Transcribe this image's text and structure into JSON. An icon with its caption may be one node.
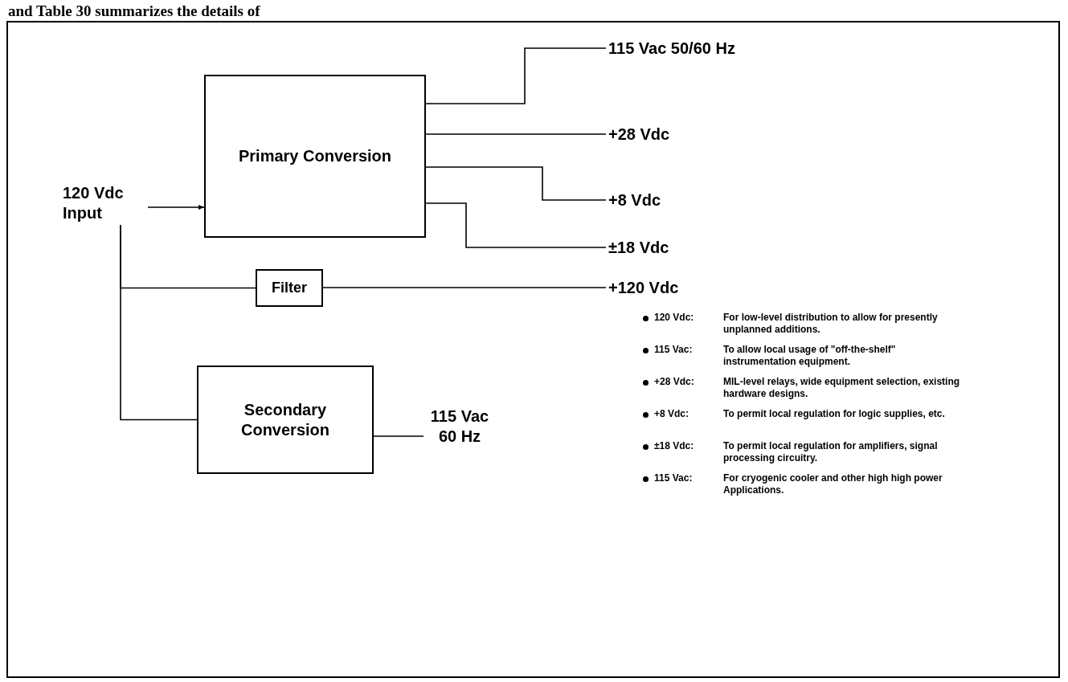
{
  "diagram": {
    "nodes": [
      {
        "text": [
          "120 Vdc Input"
        ]
      },
      {
        "text": [
          "Primary Conversion"
        ]
      },
      {
        "text": [
          "115 Vac 50/60 Hz"
        ]
      },
      {
        "text": [
          "+28 Vdc"
        ]
      },
      {
        "text": [
          "+8 Vdc"
        ]
      },
      {
        "text": [
          "±18 Vdc"
        ]
      },
      {
        "text": [
          "Filter"
        ]
      },
      {
        "text": [
          "+120 Vdc"
        ]
      },
      {
        "text": [
          "Secondary Conversion"
        ]
      },
      {
        "text": [
          "115 Vac 60 Hz"
        ]
      }
    ],
    "edges": [
      {
        "from": 0,
        "to": 1,
        "arrow": "to"
      },
      {
        "from": 1,
        "to": 2,
        "arrow": "none"
      },
      {
        "from": 1,
        "to": 3,
        "arrow": "none"
      },
      {
        "from": 1,
        "to": 4,
        "arrow": "none"
      },
      {
        "from": 1,
        "to": 5,
        "arrow": "none"
      },
      {
        "from": 0,
        "to": 6,
        "arrow": "none"
      },
      {
        "from": 6,
        "to": 7,
        "arrow": "none"
      },
      {
        "from": 0,
        "to": 8,
        "arrow": "none"
      },
      {
        "from": 8,
        "to": 9,
        "arrow": "none"
      }
    ],
    "labels": [
      "and Table 30 summarizes the details of",
      "120 Vdc:",
      "For low-level distribution to allow for presently unplanned additions.",
      "115 Vac:",
      "To allow local usage of \"off-the-shelf\" instrumentation equipment.",
      "+28 Vdc:",
      "MIL-level relays, wide equipment selection, existing hardware designs.",
      "+8 Vdc:",
      "To permit local regulation for logic supplies, etc.",
      "±18 Vdc:",
      "To permit local regulation for amplifiers, signal processing circuitry.",
      "115 Vac:",
      "For cryogenic cooler and other high high power Applications."
    ]
  }
}
